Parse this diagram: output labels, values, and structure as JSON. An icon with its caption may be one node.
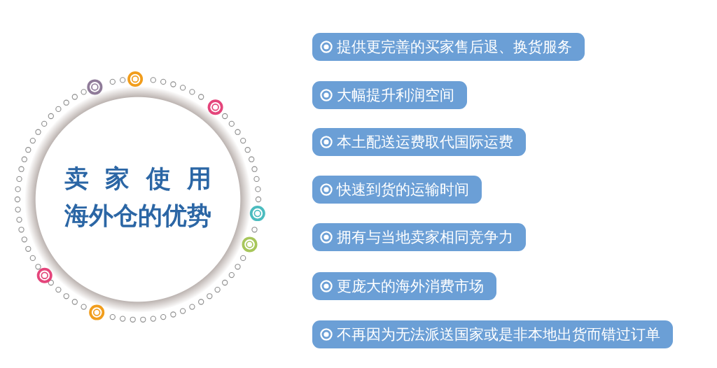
{
  "diagram": {
    "nodes": [
      {
        "text": [
          "卖家使用海外仓的优势"
        ]
      },
      {
        "text": [
          "提供更完善的买家售后退、换货服务"
        ]
      },
      {
        "text": [
          "大幅提升利润空间"
        ]
      },
      {
        "text": [
          "本土配送运费取代国际运费"
        ]
      },
      {
        "text": [
          "快速到货的运输时间"
        ]
      },
      {
        "text": [
          "拥有与当地卖家相同竞争力"
        ]
      },
      {
        "text": [
          "更庞大的海外消费市场"
        ]
      },
      {
        "text": [
          "不再因为无法派送国家或是非本地出货而错过订单"
        ]
      }
    ]
  }
}
